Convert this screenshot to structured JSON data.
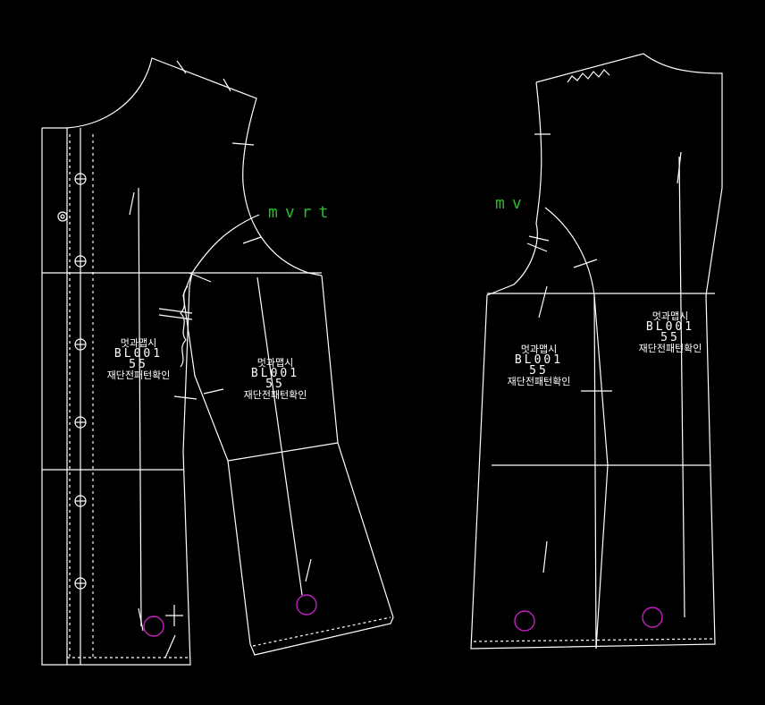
{
  "labels": {
    "brand": "멋과맵시",
    "style_code": "BL001",
    "size": "55",
    "note": "재단전패턴확인"
  },
  "annotations": [
    "mvrt",
    "mv"
  ],
  "colors": {
    "line": "#ffffff",
    "annotation": "#22c022",
    "marker": "#c020c0",
    "background": "#000000"
  }
}
